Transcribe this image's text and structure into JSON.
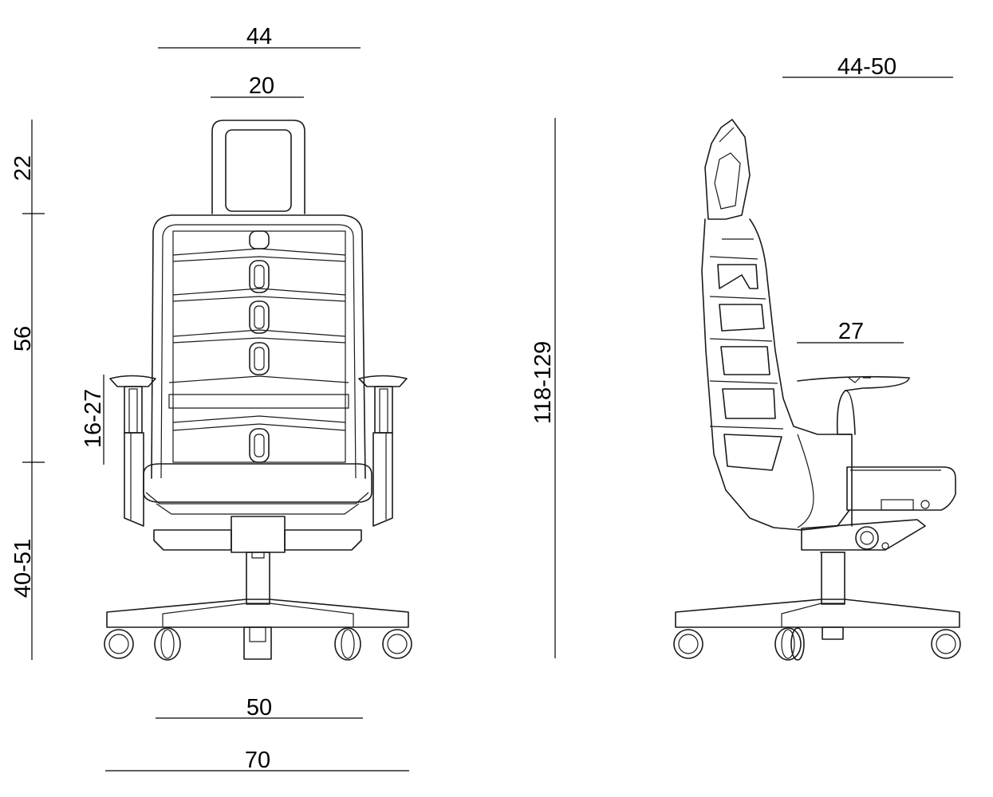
{
  "dimensions": {
    "front_headrest_outer_width": "44",
    "front_headrest_inner_width": "20",
    "headrest_height": "22",
    "backrest_height": "56",
    "armrest_height": "16-27",
    "seat_height": "40-51",
    "seat_width": "50",
    "base_width": "70",
    "total_height": "118-129",
    "side_depth": "44-50",
    "armrest_length": "27"
  },
  "colors": {
    "line": "#1a1a1a",
    "background": "#ffffff"
  }
}
